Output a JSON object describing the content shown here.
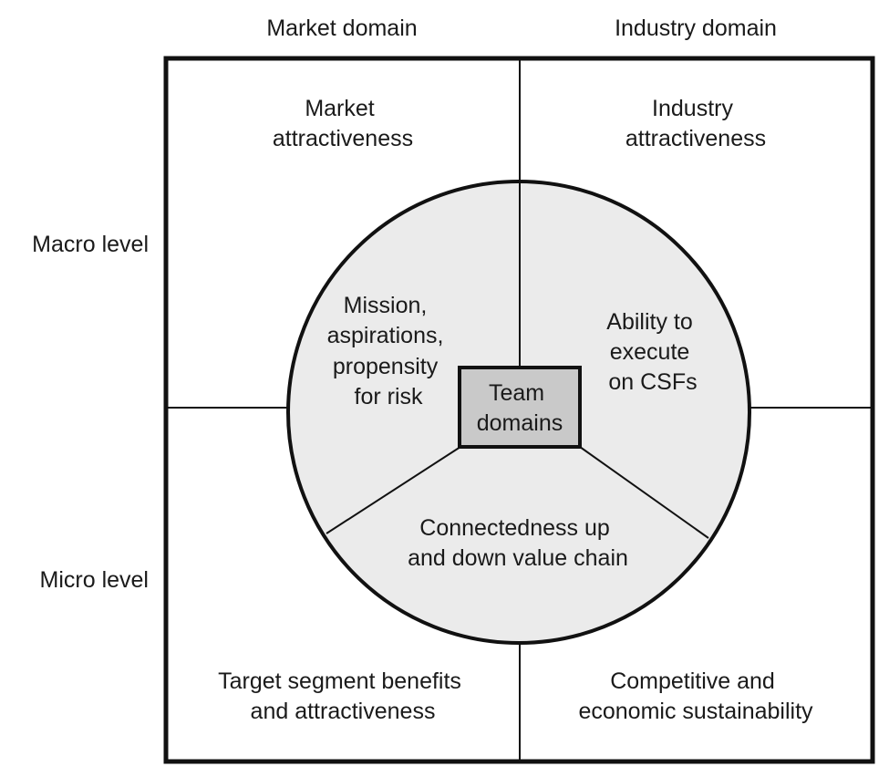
{
  "columns": {
    "market": "Market domain",
    "industry": "Industry domain"
  },
  "rows": {
    "macro": "Macro level",
    "micro": "Micro level"
  },
  "quadrants": {
    "market_macro": [
      "Market",
      "attractiveness"
    ],
    "industry_macro": [
      "Industry",
      "attractiveness"
    ],
    "market_micro": [
      "Target segment benefits",
      "and attractiveness"
    ],
    "industry_micro": [
      "Competitive and",
      "economic sustainability"
    ]
  },
  "circle": {
    "left": [
      "Mission,",
      "aspirations,",
      "propensity",
      "for risk"
    ],
    "right": [
      "Ability to",
      "execute",
      "on CSFs"
    ],
    "bottom": [
      "Connectedness up",
      "and down value chain"
    ]
  },
  "center": [
    "Team",
    "domains"
  ],
  "colors": {
    "stroke": "#111111",
    "circle_fill": "#ebebeb",
    "center_fill": "#c9c9c9"
  }
}
